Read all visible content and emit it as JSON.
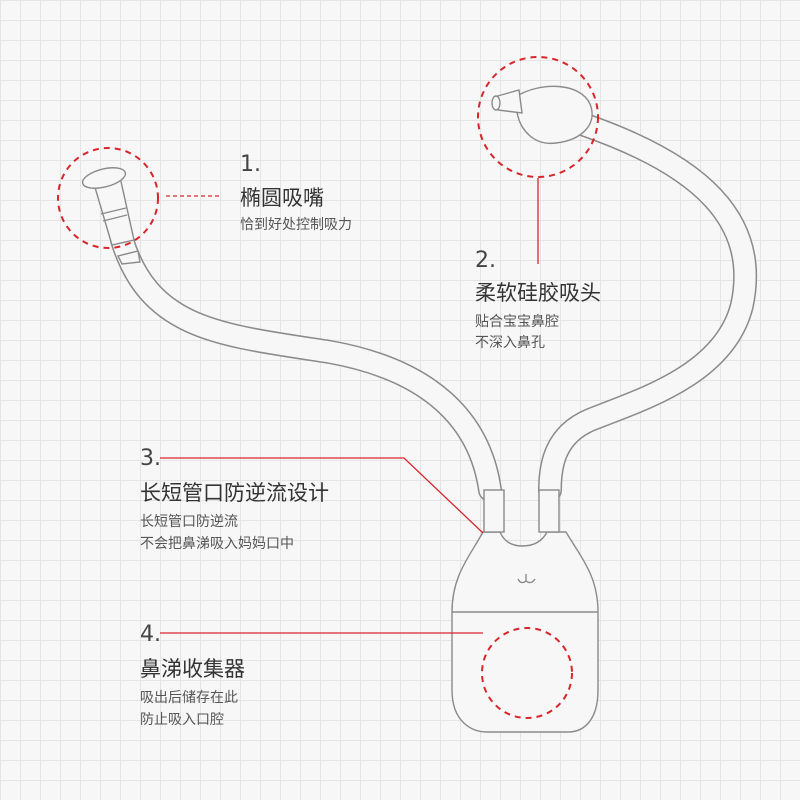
{
  "colors": {
    "accent": "#d8262b",
    "outline": "#8a8a8a",
    "grid": "#e4e4e4"
  },
  "callouts": [
    {
      "number": "1.",
      "title": "椭圆吸嘴",
      "lines": [
        "恰到好处控制吸力"
      ]
    },
    {
      "number": "2.",
      "title": "柔软硅胶吸头",
      "lines": [
        "贴合宝宝鼻腔",
        "不深入鼻孔"
      ]
    },
    {
      "number": "3.",
      "title": "长短管口防逆流设计",
      "lines": [
        "长短管口防逆流",
        "不会把鼻涕吸入妈妈口中"
      ]
    },
    {
      "number": "4.",
      "title": "鼻涕收集器",
      "lines": [
        "吸出后储存在此",
        "防止吸入口腔"
      ]
    }
  ]
}
